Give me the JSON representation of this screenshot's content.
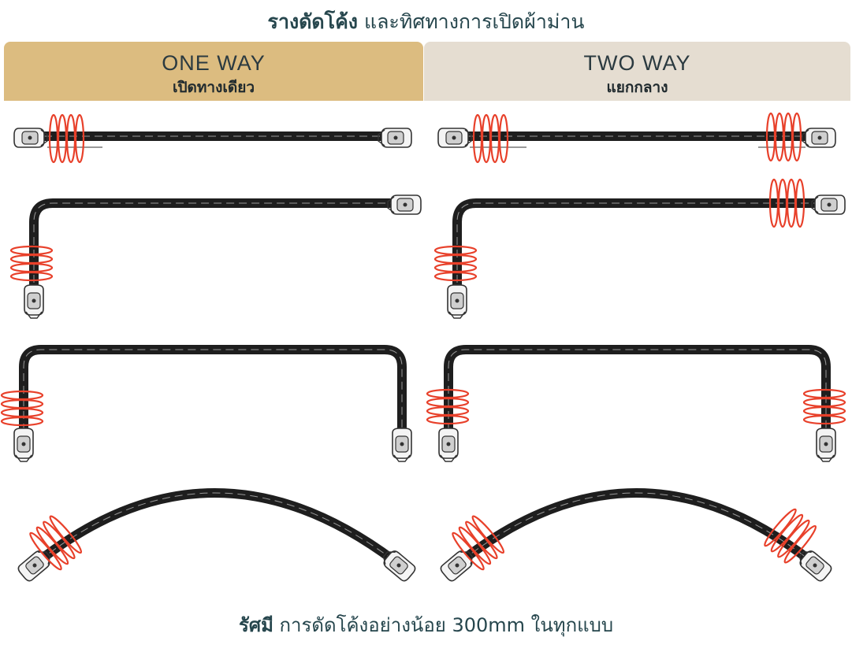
{
  "header": {
    "title_bold": "รางดัดโค้ง",
    "title_rest": " และทิศทางการเปิดผ้าม่าน"
  },
  "columns": [
    {
      "title_en": "ONE WAY",
      "title_th": "เปิดทางเดียว",
      "color": "#dcbc80"
    },
    {
      "title_en": "TWO WAY",
      "title_th": "แยกกลาง",
      "color": "#e5ddd1"
    }
  ],
  "diagram": {
    "rail_color": "#1e1e1e",
    "curtain_color": "#e8402a",
    "rows": [
      {
        "shape": "straight"
      },
      {
        "shape": "L-bend"
      },
      {
        "shape": "U-bend"
      },
      {
        "shape": "arc"
      }
    ]
  },
  "footer": {
    "bold": "รัศมี",
    "rest": " การดัดโค้งอย่างน้อย 300mm ในทุกแบบ"
  }
}
